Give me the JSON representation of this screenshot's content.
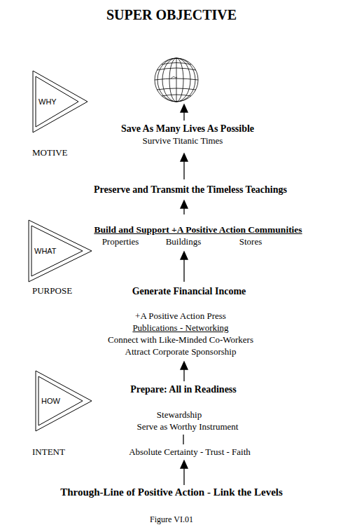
{
  "diagram": {
    "title": "SUPER OBJECTIVE",
    "caption": "Figure VI.01",
    "nodes": [
      {
        "text": [
          "WHY"
        ]
      },
      {
        "text": [
          "WHAT"
        ]
      },
      {
        "text": [
          "HOW"
        ]
      }
    ],
    "edges": [],
    "labels": [
      "Save As Many Lives As Possible",
      "Survive Titanic Times",
      "MOTIVE",
      "Preserve and Transmit the Timeless Teachings",
      "Build and Support +A Positive Action Communities",
      "Properties",
      "Buildings",
      "Stores",
      "PURPOSE",
      "Generate Financial Income",
      "+A Positive Action Press",
      "Publications - Networking",
      "Connect with Like-Minded Co-Workers",
      "Attract Corporate Sponsorship",
      "Prepare: All in Readiness",
      "Stewardship",
      "Serve as Worthy Instrument",
      "INTENT",
      "Absolute Certainty - Trust - Faith",
      "Through-Line of Positive Action - Link the Levels"
    ]
  }
}
